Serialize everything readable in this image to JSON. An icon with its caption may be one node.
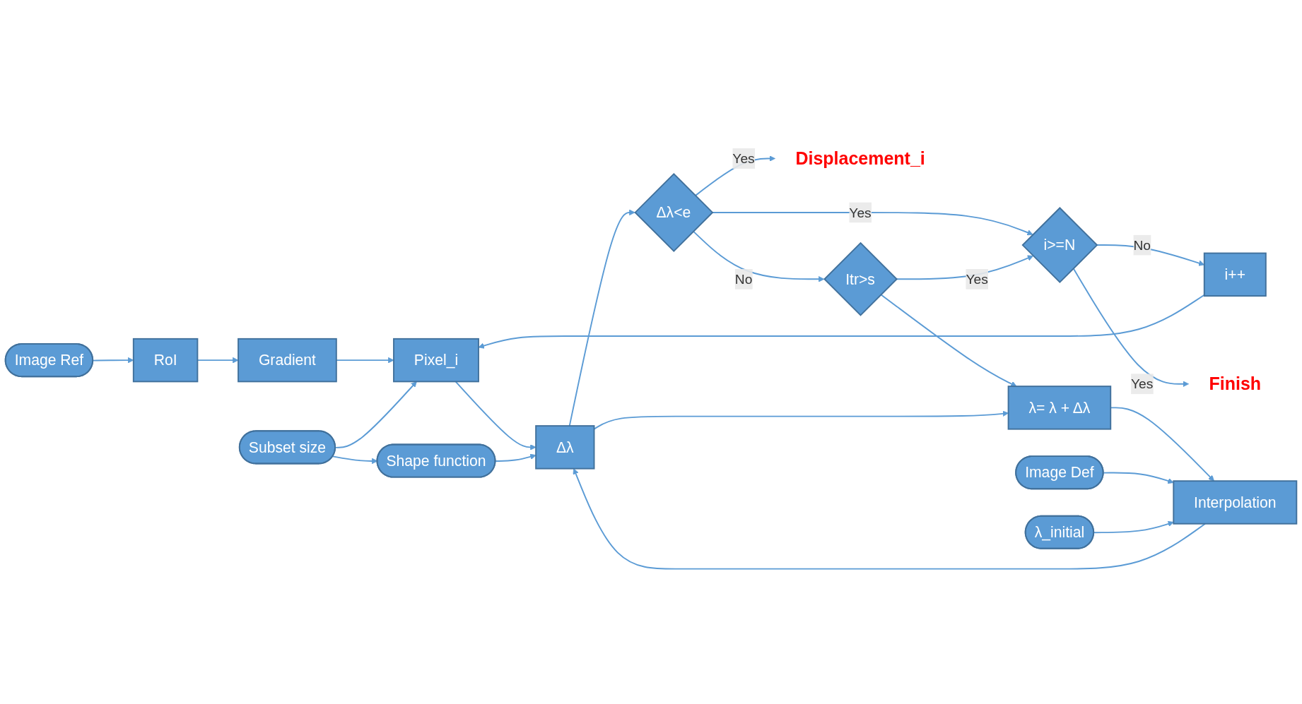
{
  "diagram": {
    "nodes": [
      {
        "text": [
          "Image Ref"
        ]
      },
      {
        "text": [
          "RoI"
        ]
      },
      {
        "text": [
          "Gradient"
        ]
      },
      {
        "text": [
          "Subset size"
        ]
      },
      {
        "text": [
          "Pixel_i"
        ]
      },
      {
        "text": [
          "Shape function"
        ]
      },
      {
        "text": [
          "i++"
        ]
      },
      {
        "text": [
          "i>=N"
        ]
      },
      {
        "text": [
          "Finish"
        ]
      },
      {
        "text": [
          "Δλ"
        ]
      },
      {
        "text": [
          "Δλ<e"
        ]
      },
      {
        "text": [
          "Displacement_i"
        ]
      },
      {
        "text": [
          "Image Def"
        ]
      },
      {
        "text": [
          "Interpolation"
        ]
      },
      {
        "text": [
          "λ= λ + Δλ"
        ]
      },
      {
        "text": [
          "Itr>s"
        ]
      },
      {
        "text": [
          "λ_initial"
        ]
      }
    ],
    "edges": [
      {
        "from": 0,
        "to": 1,
        "arrow": "to"
      },
      {
        "from": 1,
        "to": 2,
        "arrow": "to"
      },
      {
        "from": 2,
        "to": 4,
        "arrow": "to"
      },
      {
        "from": 3,
        "to": 4,
        "arrow": "to"
      },
      {
        "from": 3,
        "to": 5,
        "arrow": "to"
      },
      {
        "from": 4,
        "to": 9,
        "arrow": "to"
      },
      {
        "from": 5,
        "to": 9,
        "arrow": "to"
      },
      {
        "from": 7,
        "to": 6,
        "label": "No",
        "arrow": "to"
      },
      {
        "from": 6,
        "to": 4,
        "arrow": "to"
      },
      {
        "from": 7,
        "to": 8,
        "label": "Yes",
        "arrow": "to"
      },
      {
        "from": 9,
        "to": 10,
        "arrow": "to"
      },
      {
        "from": 10,
        "to": 7,
        "label": "Yes",
        "arrow": "to"
      },
      {
        "from": 10,
        "to": 11,
        "label": "Yes",
        "arrow": "to"
      },
      {
        "from": 10,
        "to": 15,
        "label": "No",
        "arrow": "to"
      },
      {
        "from": 15,
        "to": 7,
        "label": "Yes",
        "arrow": "to"
      },
      {
        "from": 15,
        "to": 14,
        "arrow": "to"
      },
      {
        "from": 9,
        "to": 14,
        "arrow": "to"
      },
      {
        "from": 14,
        "to": 13,
        "arrow": "to"
      },
      {
        "from": 12,
        "to": 13,
        "arrow": "to"
      },
      {
        "from": 16,
        "to": 13,
        "arrow": "to"
      },
      {
        "from": 13,
        "to": 9,
        "arrow": "to"
      }
    ]
  }
}
